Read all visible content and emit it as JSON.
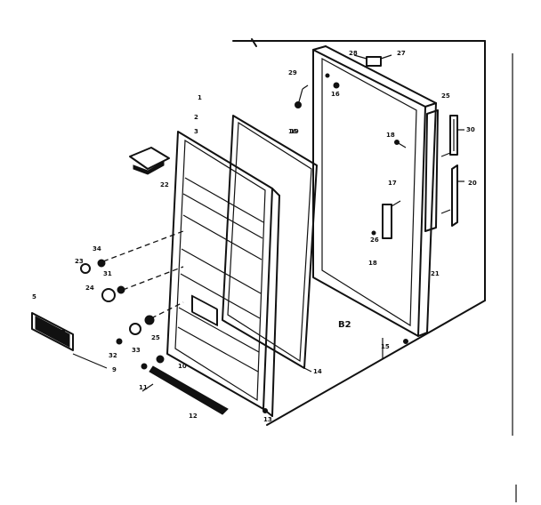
{
  "section_label": "B2",
  "callouts": {
    "c1": "1",
    "c2": "2",
    "c3": "3",
    "c5": "5",
    "c9": "9",
    "c10": "10",
    "c11": "11",
    "c12": "12",
    "c13": "13",
    "c14": "14",
    "c15": "15",
    "c16": "16",
    "c17": "17",
    "c18": "18",
    "c19": "19",
    "c20": "20",
    "c21": "21",
    "c22": "22",
    "c23": "23",
    "c24": "24",
    "c25": "25",
    "c26": "26",
    "c27": "27",
    "c28": "28",
    "c29": "29",
    "c30": "30",
    "c31": "31",
    "c32": "32",
    "c33": "33",
    "c34": "34"
  }
}
